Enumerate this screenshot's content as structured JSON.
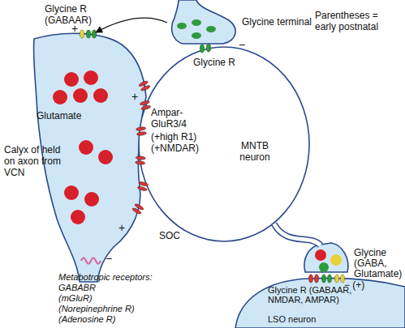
{
  "diagram": {
    "nodes": [
      {
        "text": [
          "Glutamate",
          "Calyx of held on axon from VCN"
        ]
      },
      {
        "text": [
          "Glycine terminal"
        ]
      },
      {
        "text": [
          "MNTB neuron"
        ]
      },
      {
        "text": [
          "Glycine (GABA, Glutamate)"
        ]
      },
      {
        "text": [
          "Glycine R (GABAAR, NMDAR, AMPAR)",
          "LSO neuron"
        ]
      }
    ],
    "edges": [
      {
        "from": 1,
        "to": 0,
        "arrow": "to"
      },
      {
        "from": 2,
        "to": 3,
        "arrow": "none"
      }
    ],
    "labels": [
      "Glycine R (GABAAR)",
      "+",
      "−",
      "Glycine R",
      "Parentheses = early postnatal",
      "+",
      "Ampar-GluR3/4",
      "(+high R1)",
      "(+NMDAR)",
      "+",
      "SOC",
      "−",
      "Metabotropic receptors:",
      "GABABR",
      "(mGluR)",
      "(Norepinephrine R)",
      "(Adenosine R)",
      "− (+)"
    ]
  }
}
